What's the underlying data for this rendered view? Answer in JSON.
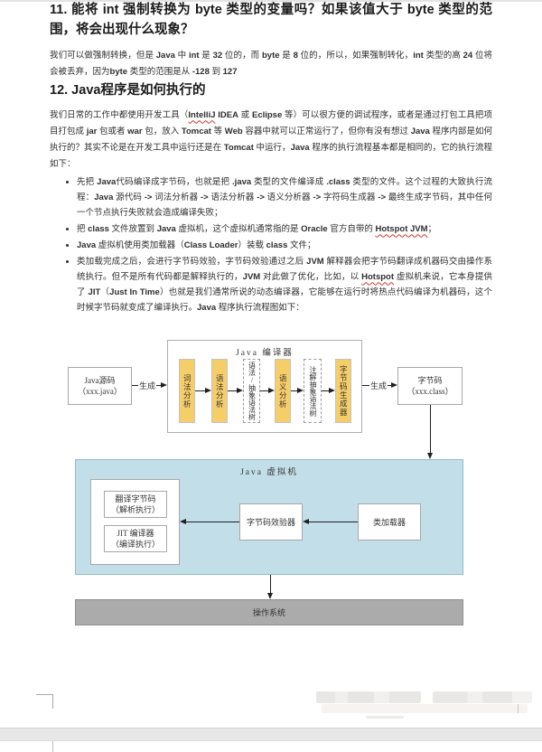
{
  "sections": {
    "q11": {
      "heading": "11. 能将 int 强制转换为 byte 类型的变量吗？如果该值大于 byte 类型的范围，将会出现什么现象？",
      "paragraph": [
        {
          "t": "我们可以做强制转换，但是 "
        },
        {
          "t": "Java",
          "b": 1
        },
        {
          "t": " 中 "
        },
        {
          "t": "int",
          "b": 1
        },
        {
          "t": " 是 "
        },
        {
          "t": "32",
          "b": 1
        },
        {
          "t": " 位的，而 "
        },
        {
          "t": "byte",
          "b": 1
        },
        {
          "t": " 是 "
        },
        {
          "t": "8",
          "b": 1
        },
        {
          "t": " 位的，所以，如果强制转化，"
        },
        {
          "t": "int",
          "b": 1
        },
        {
          "t": " 类型的高 "
        },
        {
          "t": "24",
          "b": 1
        },
        {
          "t": " 位将会被丢弃，因为"
        },
        {
          "t": "byte",
          "b": 1
        },
        {
          "t": " 类型的范围是从 "
        },
        {
          "t": "-128",
          "b": 1
        },
        {
          "t": " 到 "
        },
        {
          "t": "127",
          "b": 1
        }
      ]
    },
    "q12": {
      "heading": "12. Java程序是如何执行的",
      "paragraph": [
        {
          "t": "我们日常的工作中都使用开发工具（"
        },
        {
          "t": "IntelliJ",
          "b": 1,
          "u": 1
        },
        {
          "t": " ",
          "b": 1
        },
        {
          "t": "IDEA",
          "b": 1
        },
        {
          "t": " 或 "
        },
        {
          "t": "Eclipse",
          "b": 1
        },
        {
          "t": " 等）可以很方便的调试程序，或者是通过打包工具把项目打包成 "
        },
        {
          "t": "jar",
          "b": 1
        },
        {
          "t": " 包或者 "
        },
        {
          "t": "war",
          "b": 1
        },
        {
          "t": " 包，放入 "
        },
        {
          "t": "Tomcat",
          "b": 1
        },
        {
          "t": " 等 "
        },
        {
          "t": "Web",
          "b": 1
        },
        {
          "t": " 容器中就可以正常运行了，但你有没有想过 "
        },
        {
          "t": "Java",
          "b": 1
        },
        {
          "t": " 程序内部是如何执行的？其实不论是在开发工具中运行还是在 "
        },
        {
          "t": "Tomcat",
          "b": 1
        },
        {
          "t": " 中运行，"
        },
        {
          "t": "Java",
          "b": 1
        },
        {
          "t": " 程序的执行流程基本都是相同的，它的执行流程如下："
        }
      ],
      "bullets": [
        [
          {
            "t": "先把 "
          },
          {
            "t": "Java",
            "b": 1
          },
          {
            "t": "代码编译成字节码，也就是把 "
          },
          {
            "t": ".java",
            "b": 1
          },
          {
            "t": " 类型的文件编译成 "
          },
          {
            "t": ".class",
            "b": 1
          },
          {
            "t": " 类型的文件。这个过程的大致执行流程："
          },
          {
            "t": "Java",
            "b": 1
          },
          {
            "t": " 源代码 "
          },
          {
            "t": "->",
            "b": 1
          },
          {
            "t": " 词法分析器 "
          },
          {
            "t": "->",
            "b": 1
          },
          {
            "t": " 语法分析器 "
          },
          {
            "t": "->",
            "b": 1
          },
          {
            "t": " 语义分析器 "
          },
          {
            "t": "->",
            "b": 1
          },
          {
            "t": " 字符码生成器 "
          },
          {
            "t": "->",
            "b": 1
          },
          {
            "t": " 最终生成字节码，其中任何一个节点执行失败就会造成编译失败；"
          }
        ],
        [
          {
            "t": "把 "
          },
          {
            "t": "class",
            "b": 1
          },
          {
            "t": " 文件放置到 "
          },
          {
            "t": "Java",
            "b": 1
          },
          {
            "t": " 虚拟机，这个虚拟机通常指的是 "
          },
          {
            "t": "Oracle",
            "b": 1
          },
          {
            "t": " 官方自带的 "
          },
          {
            "t": "Hotspot JVM",
            "b": 1,
            "u": 1
          },
          {
            "t": "；"
          }
        ],
        [
          {
            "t": "Java",
            "b": 1
          },
          {
            "t": " 虚拟机使用类加载器（"
          },
          {
            "t": "Class Loader",
            "b": 1
          },
          {
            "t": "）装载 "
          },
          {
            "t": "class",
            "b": 1
          },
          {
            "t": " 文件；"
          }
        ],
        [
          {
            "t": "类加载完成之后，会进行字节码效验，字节码效验通过之后 "
          },
          {
            "t": "JVM",
            "b": 1
          },
          {
            "t": " 解释器会把字节码翻译成机器码交由操作系统执行。但不是所有代码都是解释执行的，"
          },
          {
            "t": "JVM",
            "b": 1
          },
          {
            "t": " 对此做了优化，比如，以 "
          },
          {
            "t": "Hotspot",
            "b": 1,
            "u": 1
          },
          {
            "t": " 虚拟机来说，它本身提供了 "
          },
          {
            "t": "JIT",
            "b": 1
          },
          {
            "t": "（"
          },
          {
            "t": "Just In Time",
            "b": 1
          },
          {
            "t": "）也就是我们通常所说的动态编译器，它能够在运行时将热点代码编译为机器码，这个时候字节码就变成了编译执行。"
          },
          {
            "t": "Java",
            "b": 1
          },
          {
            "t": " 程序执行流程图如下："
          }
        ]
      ]
    }
  },
  "diagram": {
    "compiler": {
      "title": "Java 编译器",
      "source_box": {
        "line1": "Java源码",
        "line2": "（xxx.java）"
      },
      "generate_left": "生成",
      "generate_right": "生成",
      "stages": [
        {
          "label": "词法分析"
        },
        {
          "label": "语法分析"
        },
        {
          "label": "语法/抽象语法树"
        },
        {
          "label": "语义分析"
        },
        {
          "label": "注解抽象语法树"
        },
        {
          "label": "字节码生成器"
        }
      ],
      "bytecode_box": {
        "line1": "字节码",
        "line2": "（xxx.class）"
      }
    },
    "jvm": {
      "title": "Java 虚拟机",
      "interpreter": {
        "line1": "翻译字节码",
        "line2": "（解析执行）"
      },
      "jit": {
        "line1": "JIT 编译器",
        "line2": "（编译执行）"
      },
      "verifier": "字节码效验器",
      "classloader": "类加载器"
    },
    "os_bar": "操作系统",
    "colors": {
      "stage_fill": "#f6ce69",
      "jvm_fill": "#c2dee9",
      "os_fill": "#ababab",
      "squiggle": "#d9342b"
    }
  }
}
